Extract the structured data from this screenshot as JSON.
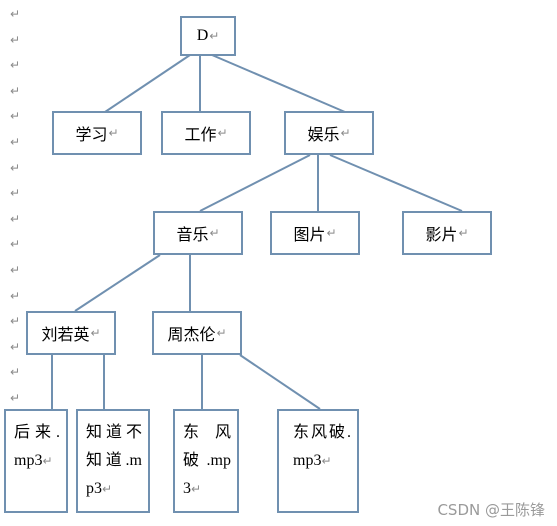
{
  "return_mark": "↵",
  "tree": {
    "root": "D",
    "level1": [
      "学习",
      "工作",
      "娱乐"
    ],
    "level2": [
      "音乐",
      "图片",
      "影片"
    ],
    "level3": [
      "刘若英",
      "周杰伦"
    ],
    "leaves": [
      "后来.mp3",
      "知道不知道.mp3",
      "东风破.mp3",
      "东风破.mp3"
    ]
  },
  "watermark": "CSDN @王陈锋",
  "colors": {
    "border": "#7090b0",
    "edge": "#7090b0",
    "mark": "#8a8a8a"
  }
}
